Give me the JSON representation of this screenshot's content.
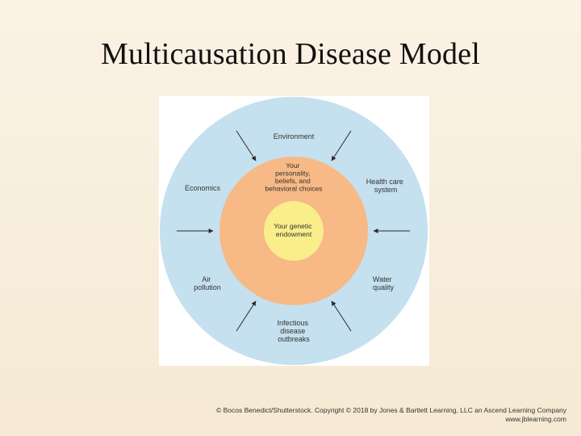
{
  "slide": {
    "title": "Multicausation Disease Model"
  },
  "diagram": {
    "outer_factors": [
      {
        "key": "environment",
        "lines": [
          "Environment"
        ]
      },
      {
        "key": "economics",
        "lines": [
          "Economics"
        ]
      },
      {
        "key": "health-care",
        "lines": [
          "Health care",
          "system"
        ]
      },
      {
        "key": "air-pollution",
        "lines": [
          "Air",
          "pollution"
        ]
      },
      {
        "key": "water-quality",
        "lines": [
          "Water",
          "quality"
        ]
      },
      {
        "key": "infectious",
        "lines": [
          "Infectious",
          "disease",
          "outbreaks"
        ]
      }
    ],
    "middle_ring_lines": [
      "Your",
      "personality,",
      "beliefs, and",
      "behavioral choices"
    ],
    "core_lines": [
      "Your genetic",
      "endowment"
    ],
    "colors": {
      "outer_ring": "#c5e0ee",
      "middle_ring": "#f7b985",
      "core": "#f9ee8a",
      "arrows": "#2b2b2b"
    }
  },
  "credit": {
    "line1": "© Bocos Benedict/Shutterstock. Copyright © 2018 by Jones & Bartlett Learning, LLC an Ascend Learning Company",
    "line2": "www.jblearning.com"
  }
}
